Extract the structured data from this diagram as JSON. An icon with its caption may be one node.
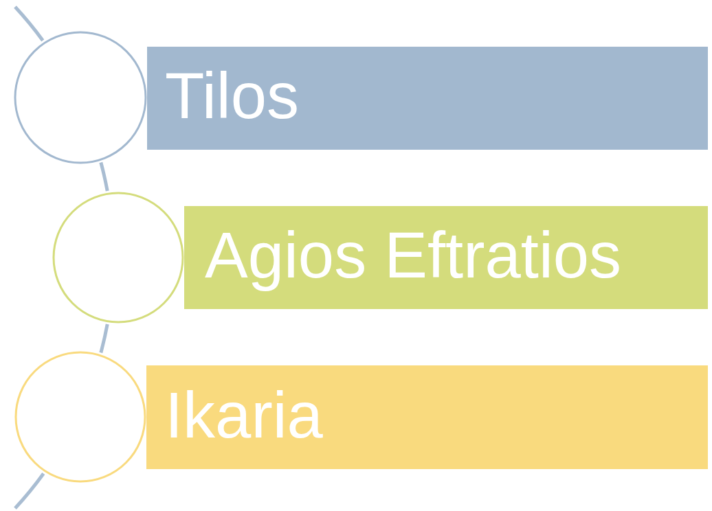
{
  "diagram": {
    "nodes": [
      {
        "text": [],
        "shape": "circle"
      },
      {
        "text": [
          "Tilos"
        ]
      },
      {
        "text": [],
        "shape": "circle"
      },
      {
        "text": [
          "Agios Eftratios"
        ]
      },
      {
        "text": [],
        "shape": "circle"
      },
      {
        "text": [
          "Ikaria"
        ]
      }
    ],
    "edges": [
      {
        "from": null,
        "to": 0,
        "arrow": "none"
      },
      {
        "from": 0,
        "to": 2,
        "arrow": "none"
      },
      {
        "from": 2,
        "to": 4,
        "arrow": "none"
      },
      {
        "from": 4,
        "to": null,
        "arrow": "none"
      }
    ]
  }
}
